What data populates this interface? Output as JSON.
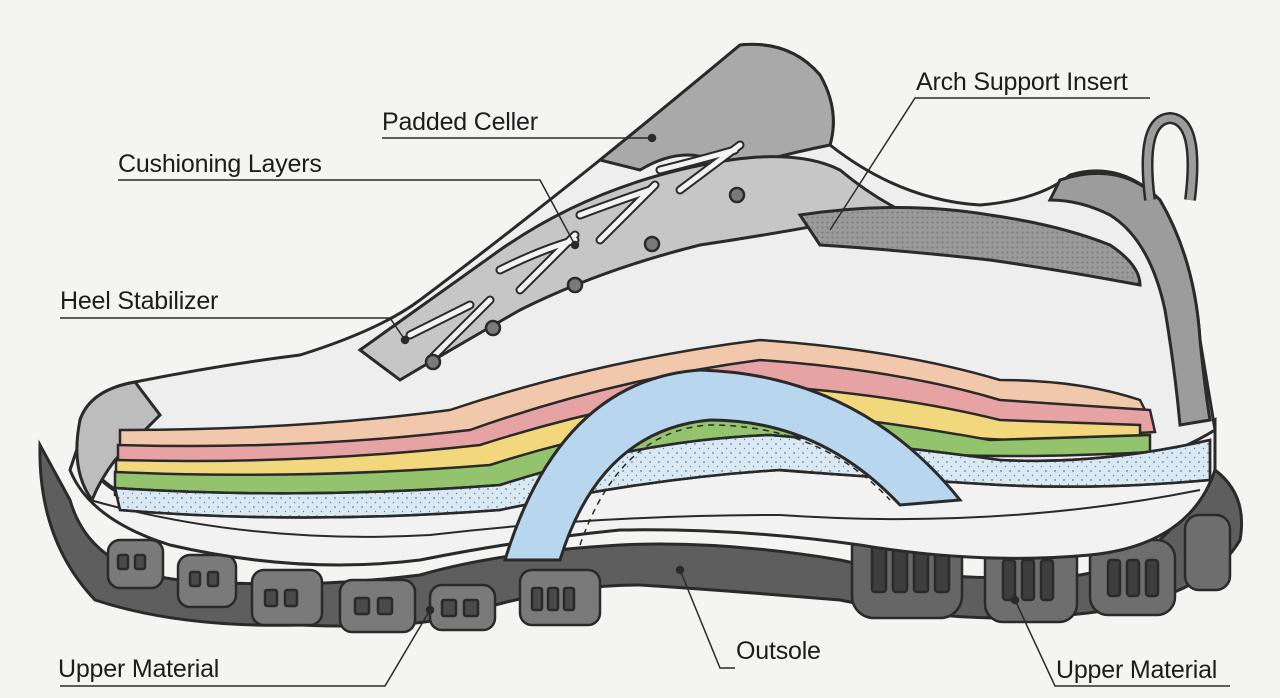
{
  "labels": {
    "padded_collar": "Padded Celler",
    "cushioning_layers": "Cushioning Layers",
    "heel_stabilizer": "Heel Stabilizer",
    "arch_support_insert": "Arch Support Insert",
    "outsole": "Outsole",
    "upper_material_left": "Upper Material",
    "upper_material_right": "Upper Material"
  },
  "colors": {
    "background": "#f4f4f3",
    "outline": "#2a2a2a",
    "upper_gray": "#c9c9c9",
    "outsole_dark": "#5a5a5a",
    "midsole_white": "#f2f2f2",
    "layer_pink": "#e7a3a3",
    "layer_peach": "#f1c8ac",
    "layer_yellow": "#f2d77c",
    "layer_green": "#93c46d",
    "layer_blue": "#b8d6ee",
    "layer_lightblue": "#d9e9f4"
  }
}
